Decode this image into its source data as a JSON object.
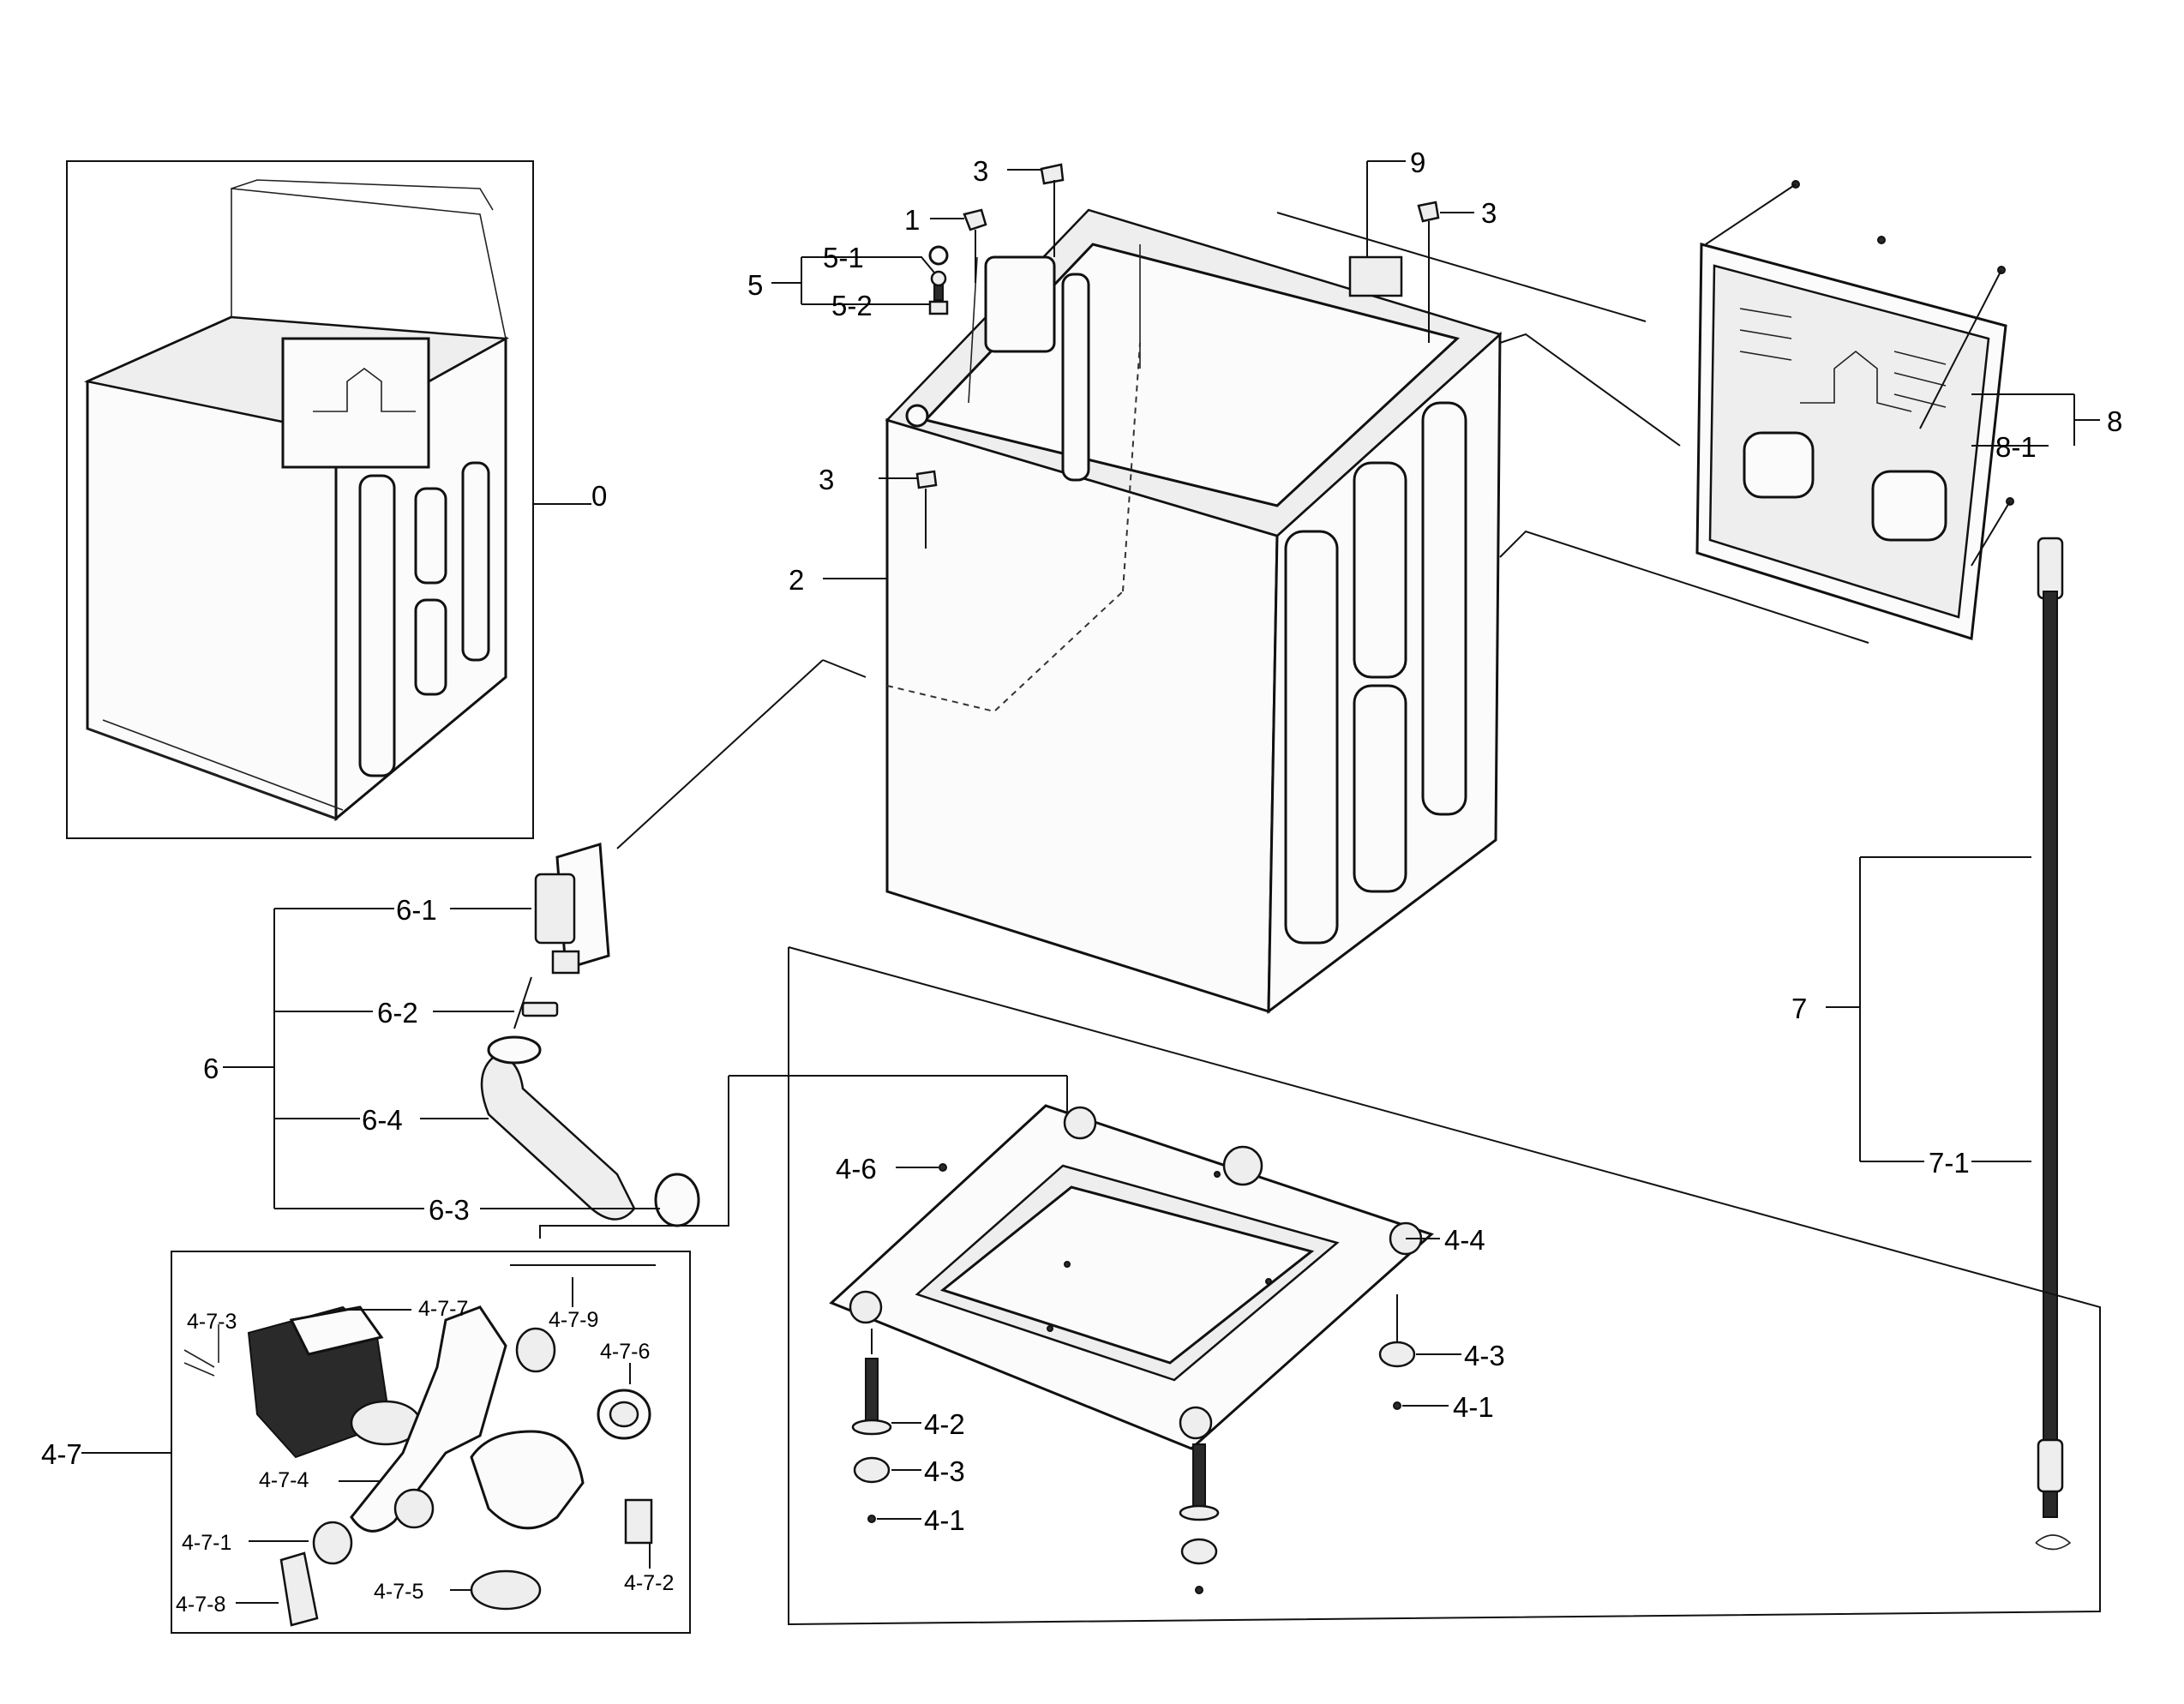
{
  "callouts": {
    "c0": "0",
    "c1": "1",
    "c2": "2",
    "c3a": "3",
    "c3b": "3",
    "c3c": "3",
    "c5": "5",
    "c5_1": "5-1",
    "c5_2": "5-2",
    "c9": "9",
    "c8": "8",
    "c8_1": "8-1",
    "c7": "7",
    "c7_1": "7-1",
    "c6": "6",
    "c6_1": "6-1",
    "c6_2": "6-2",
    "c6_3": "6-3",
    "c6_4": "6-4",
    "c4_1a": "4-1",
    "c4_1b": "4-1",
    "c4_2": "4-2",
    "c4_3a": "4-3",
    "c4_3b": "4-3",
    "c4_4": "4-4",
    "c4_6": "4-6",
    "c4_7": "4-7",
    "c4_7_1": "4-7-1",
    "c4_7_2": "4-7-2",
    "c4_7_3": "4-7-3",
    "c4_7_4": "4-7-4",
    "c4_7_5": "4-7-5",
    "c4_7_6": "4-7-6",
    "c4_7_7": "4-7-7",
    "c4_7_8": "4-7-8",
    "c4_7_9": "4-7-9"
  },
  "icons": {
    "assembled_cabinet": "cabinet-assembled-icon",
    "cabinet": "cabinet-icon",
    "back_panel": "back-panel-icon",
    "drain_hose": "drain-hose-icon",
    "hose_assembly": "hose-assembly-icon",
    "base_frame": "base-frame-icon",
    "pump_kit": "drain-pump-kit-icon"
  }
}
